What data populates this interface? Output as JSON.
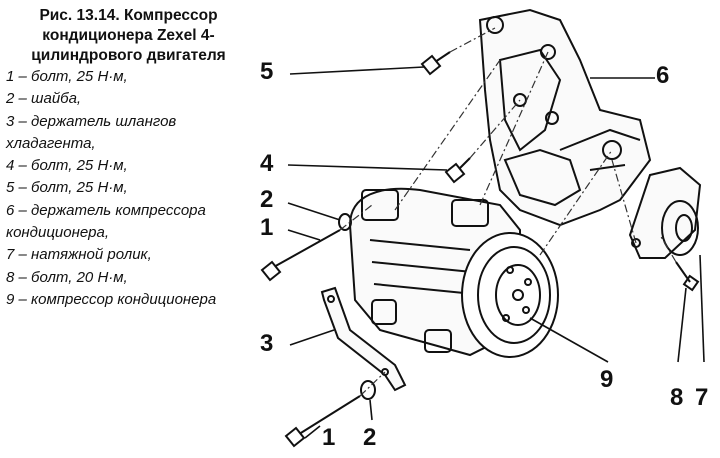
{
  "figure": {
    "title": "Рис. 13.14. Компрессор кондиционера Zexel 4-цилиндрового двигателя",
    "legend": [
      "1 – болт, 25 Н·м,",
      "2 – шайба,",
      "3 – держатель шлангов хладагента,",
      "4 – болт, 25 Н·м,",
      "5 – болт, 25 Н·м,",
      "6 – держатель компрессора кондиционера,",
      "7 – натяжной ролик,",
      "8 – болт, 20 Н·м,",
      "9 – компрессор кондиционера"
    ]
  },
  "callouts": {
    "c1_upper": "1",
    "c2_upper": "2",
    "c3": "3",
    "c4": "4",
    "c5": "5",
    "c6": "6",
    "c1_lower": "1",
    "c2_lower": "2",
    "c9": "9",
    "c8": "8",
    "c7": "7"
  }
}
